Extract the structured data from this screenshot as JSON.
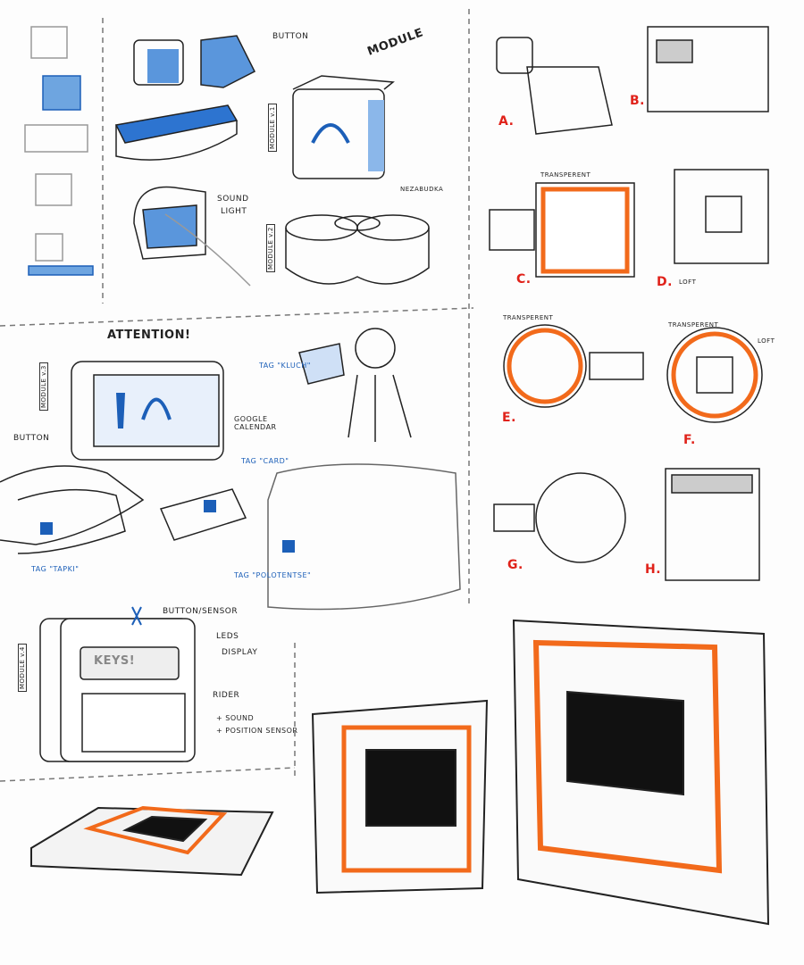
{
  "colors": {
    "ink": "#222222",
    "blue": "#1c5fb8",
    "orange": "#f26a1b",
    "red": "#e0221a"
  },
  "top": {
    "button": "BUTTON",
    "module": "MODULE",
    "module_v1": "MODULE v.1",
    "sound": "SOUND",
    "light": "LIGHT",
    "brand": "NEZABUDKA",
    "module_v2": "MODULE v.2"
  },
  "middle": {
    "attention": "ATTENTION!",
    "module_v3": "MODULE v.3",
    "button": "BUTTON",
    "tag_kluch": "TAG \"KLUCH\"",
    "google_calendar": "GOOGLE CALENDAR",
    "tag_card": "TAG \"CARD\"",
    "tag_tapki": "TAG \"TAPKI\"",
    "tag_polotentse": "TAG \"POLOTENTSE\""
  },
  "module4": {
    "title": "MODULE v.4",
    "button_sensor": "BUTTON/SENSOR",
    "leds": "LEDS",
    "display": "DISPLAY",
    "display_text": "KEYS!",
    "rider": "RIDER",
    "sound": "+ SOUND",
    "position_sensor": "+ POSITION SENSOR"
  },
  "variants": {
    "a": "A.",
    "b": "B.",
    "c": "C.",
    "d": "D.",
    "e": "E.",
    "f": "F.",
    "g": "G.",
    "h": "H.",
    "transparent": "TRANSPERENT",
    "loft": "LOFT"
  }
}
